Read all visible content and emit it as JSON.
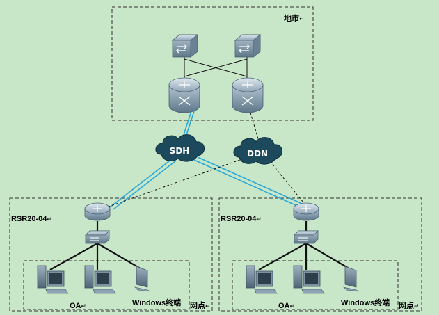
{
  "top_region": {
    "label": "地市",
    "mark": "↵"
  },
  "clouds": {
    "sdh": "SDH",
    "ddn": "DDN"
  },
  "branches": [
    {
      "router_label": "RSR20-04",
      "mark": "↵",
      "oa_label": "OA",
      "windows_label": "Windows终端",
      "site_label": "网点"
    },
    {
      "router_label": "RSR20-04",
      "mark": "↵",
      "oa_label": "OA",
      "windows_label": "Windows终端",
      "site_label": "网点"
    }
  ],
  "colors": {
    "background": "#c8e6c8",
    "link_sdh": "#2aa8d8",
    "cloud": "#1c4a5c",
    "device": "#7f97a9"
  }
}
